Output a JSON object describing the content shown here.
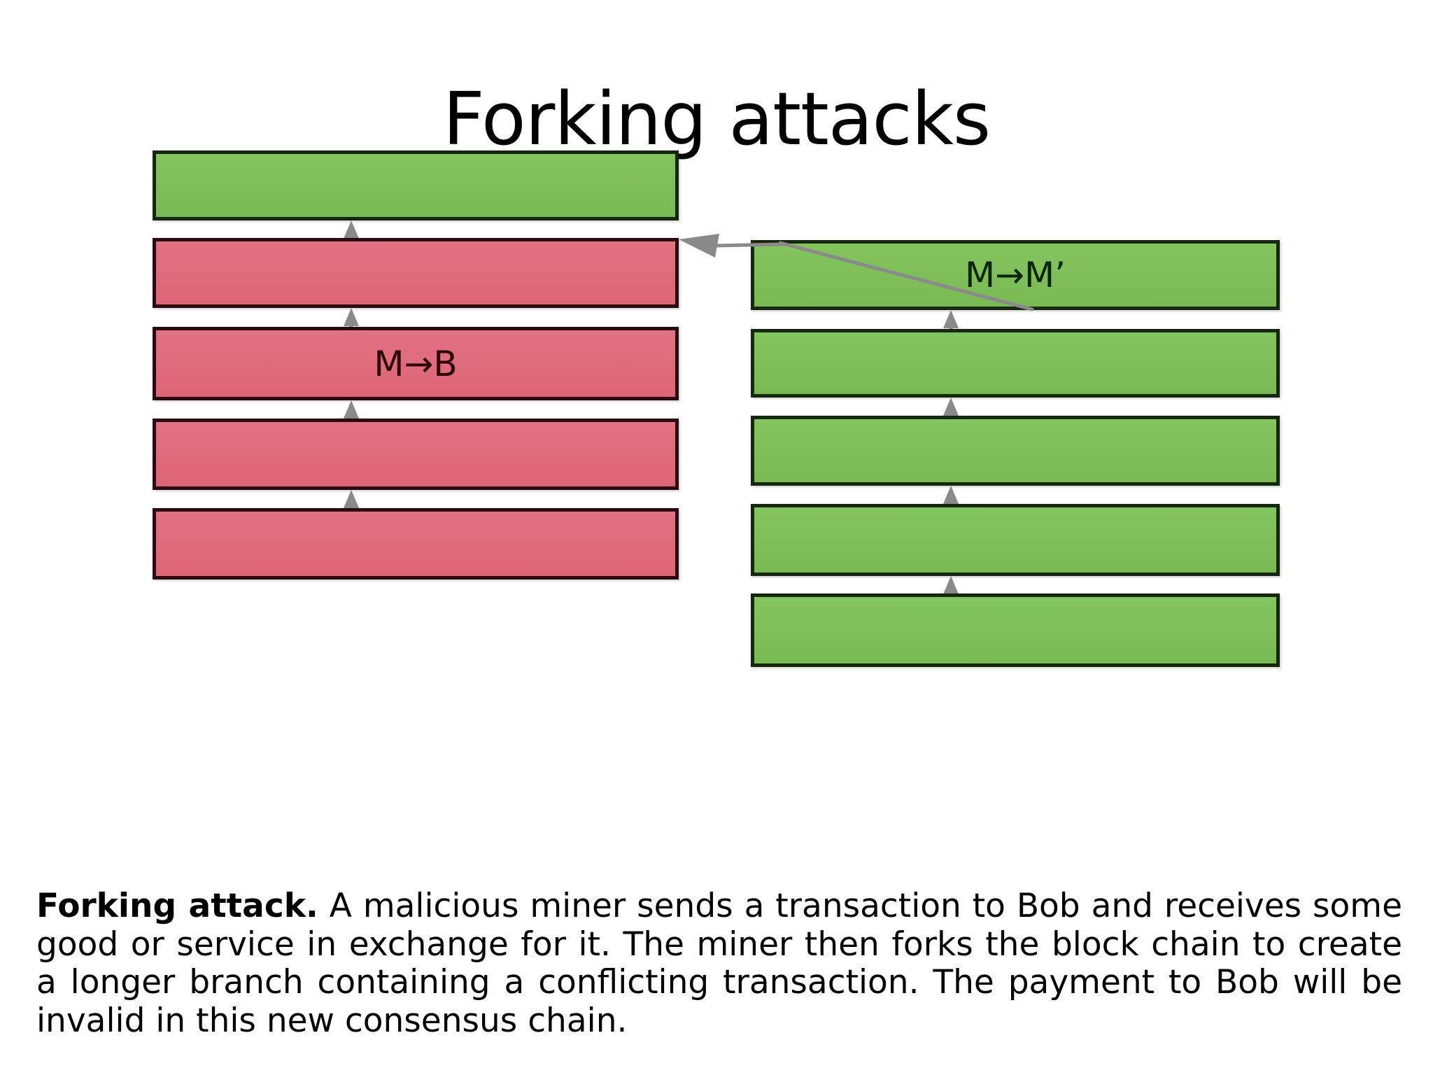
{
  "slide": {
    "title": "Forking attacks",
    "background_color": "#ffffff"
  },
  "colors": {
    "green_block": "#7ebf57",
    "red_block": "#df6b7c",
    "block_border": "#141414",
    "arrow": "#8a8a8a",
    "text": "#000000"
  },
  "diagram": {
    "type": "blockchain-fork",
    "honest_chain": {
      "name": "original-chain",
      "color": "#df6b7c",
      "blocks": [
        {
          "label": "",
          "color": "green"
        },
        {
          "label": "",
          "color": "red"
        },
        {
          "label": "M→B",
          "color": "red"
        },
        {
          "label": "",
          "color": "red"
        },
        {
          "label": "",
          "color": "red"
        }
      ]
    },
    "attacker_chain": {
      "name": "forked-chain",
      "color": "#7ebf57",
      "blocks": [
        {
          "label": "M→M’",
          "color": "green"
        },
        {
          "label": "",
          "color": "green"
        },
        {
          "label": "",
          "color": "green"
        },
        {
          "label": "",
          "color": "green"
        },
        {
          "label": "",
          "color": "green"
        }
      ]
    },
    "fork_link": {
      "from": "attacker-chain-top-block",
      "to": "common-ancestor-block",
      "direction": "left-up"
    }
  },
  "caption": {
    "lead": "Forking attack.",
    "body": "A malicious miner sends a transaction to Bob and receives some good or service in exchange for it. The miner then forks the block chain to create a longer branch containing a conflicting transaction. The payment to Bob will be invalid in this new consensus chain."
  }
}
